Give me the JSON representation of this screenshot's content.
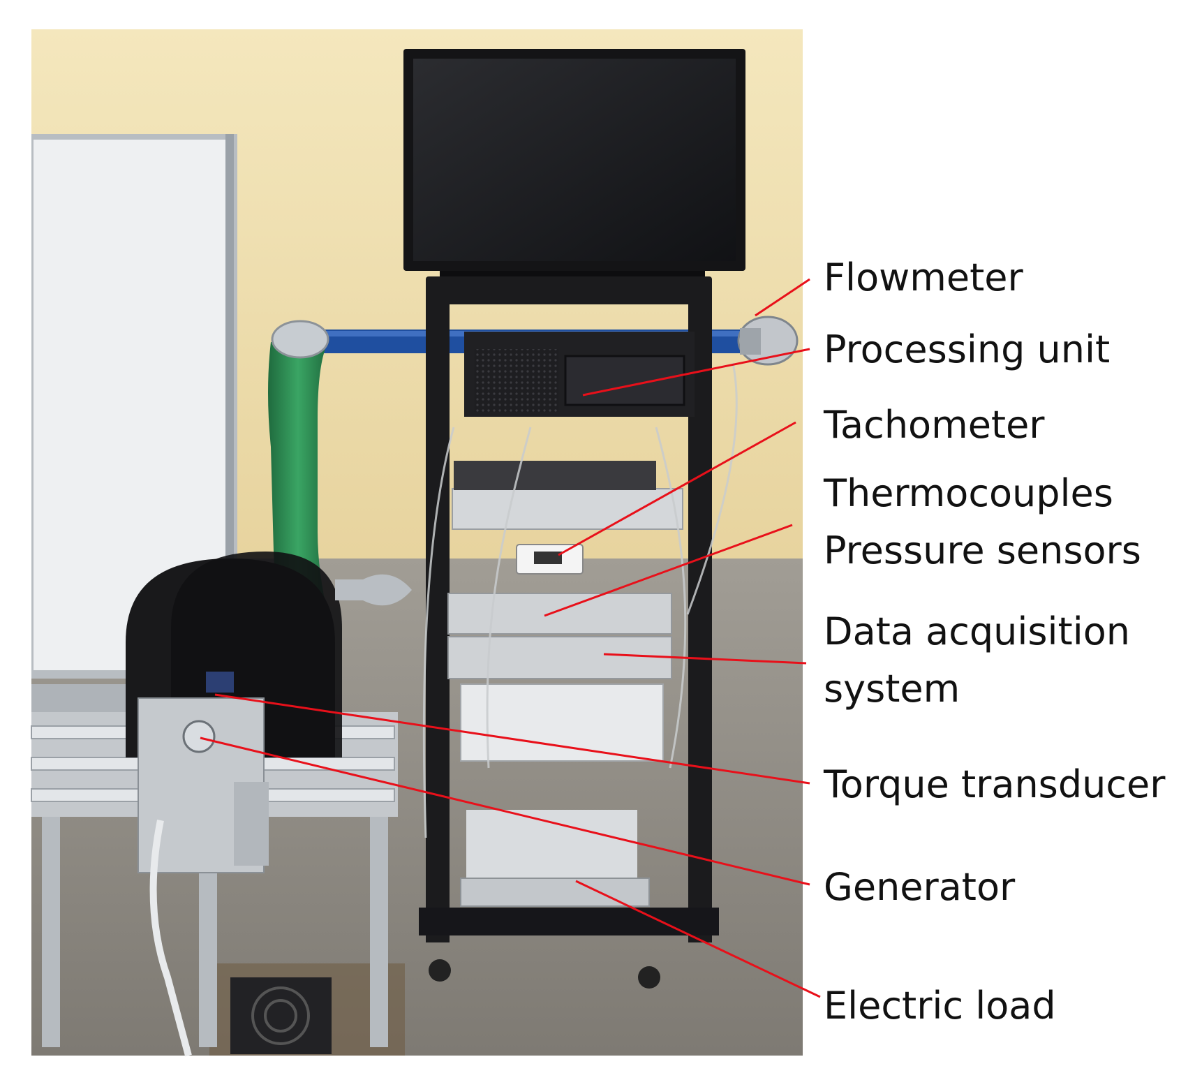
{
  "labels": {
    "flowmeter": "Flowmeter",
    "processing_unit": "Processing unit",
    "tachometer": "Tachometer",
    "thermocouples": "Thermocouples",
    "pressure_sensors": "Pressure sensors",
    "data_acquisition_line1": "Data acquisition",
    "data_acquisition_line2": "system",
    "torque_transducer": "Torque transducer",
    "generator": "Generator",
    "electric_load": "Electric load"
  },
  "colors": {
    "leader_line": "#e8101a",
    "label_text": "#111111",
    "wall": "#efe1b0",
    "floor": "#8f8c86",
    "rack": "#1b1b1d",
    "pipe_blue": "#1f4fa0",
    "hose_green": "#2e8a52",
    "bench_frame": "#c9cdd1"
  }
}
